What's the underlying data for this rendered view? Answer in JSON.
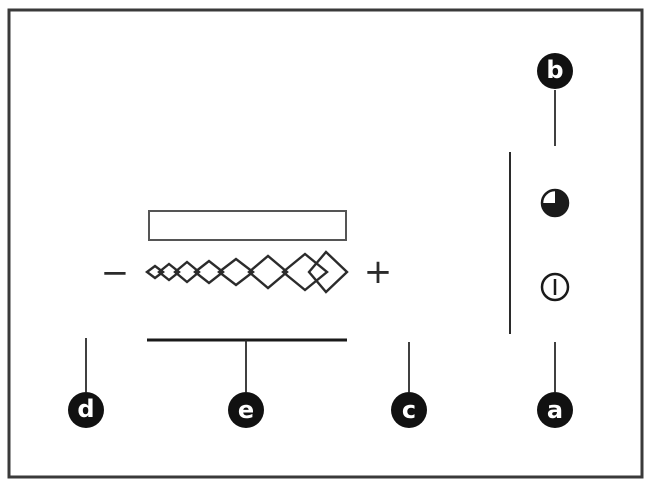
{
  "callouts": {
    "a": "a",
    "b": "b",
    "c": "c",
    "d": "d",
    "e": "e"
  },
  "controls": {
    "minus": "−",
    "plus": "+"
  },
  "icons": {
    "timer": "timer-icon",
    "power": "power-icon",
    "level_scale": "diamond-level-icon"
  },
  "colors": {
    "ink": "#2b2b2b",
    "frame": "#3a3a3a",
    "callout_fill": "#111111",
    "callout_text": "#ffffff",
    "background": "#ffffff"
  }
}
